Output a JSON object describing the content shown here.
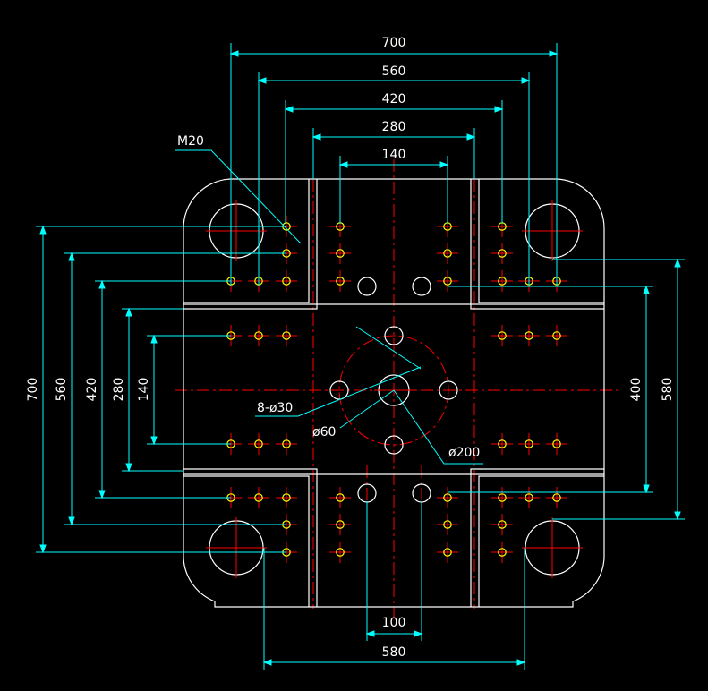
{
  "colors": {
    "background": "#000000",
    "outline": "#ffffff",
    "dimension": "#00ffff",
    "centerline": "#ff0000",
    "hole": "#ffff00",
    "text": "#ffffff"
  },
  "dimensions": {
    "top": [
      "700",
      "560",
      "420",
      "280",
      "140"
    ],
    "left": [
      "700",
      "560",
      "420",
      "280",
      "140"
    ],
    "right": [
      "400",
      "580"
    ],
    "bottom": [
      "100",
      "580"
    ]
  },
  "callouts": {
    "thread": "M20",
    "small_holes": "8-ø30",
    "center_hole": "ø60",
    "pcd": "ø200"
  }
}
